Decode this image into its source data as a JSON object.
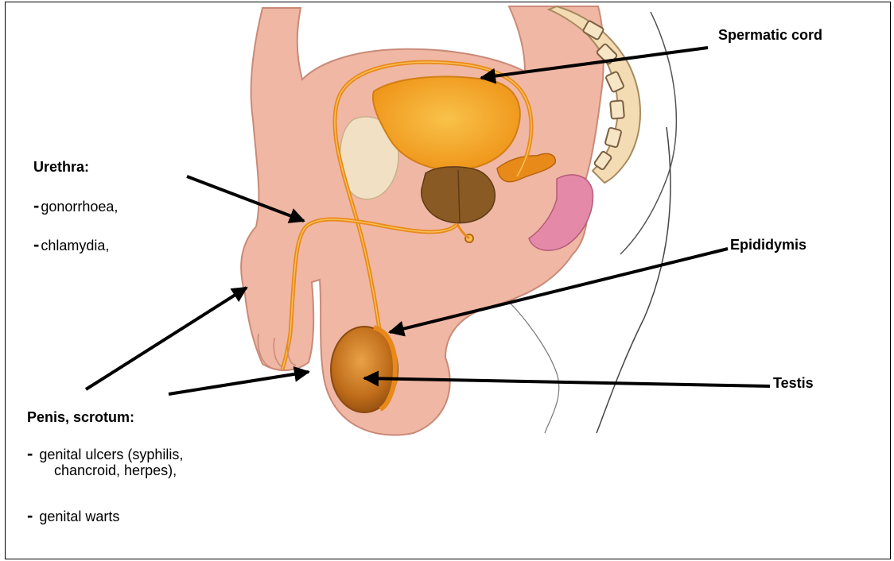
{
  "labels": {
    "spermatic_cord": "Spermatic cord",
    "urethra": {
      "heading": "Urethra:",
      "items": [
        "gonorrhoea,",
        "chlamydia,"
      ]
    },
    "epididymis": "Epididymis",
    "testis": "Testis",
    "penis_scrotum": {
      "heading": "Penis, scrotum:",
      "items": [
        "genital ulcers (syphilis,",
        "chancroid, herpes),",
        "genital warts"
      ]
    },
    "bullet": "-"
  },
  "colors": {
    "tissue": "#f0b7a4",
    "tissue_edge": "#c98a78",
    "organ_orange": "#f4a21c",
    "duct": "#e88a1a",
    "prostate": "#8a5a24",
    "testis": "#c8761c",
    "spine": "#f3dcb4",
    "rectum": "#e48aa8",
    "arrow": "#000000"
  }
}
